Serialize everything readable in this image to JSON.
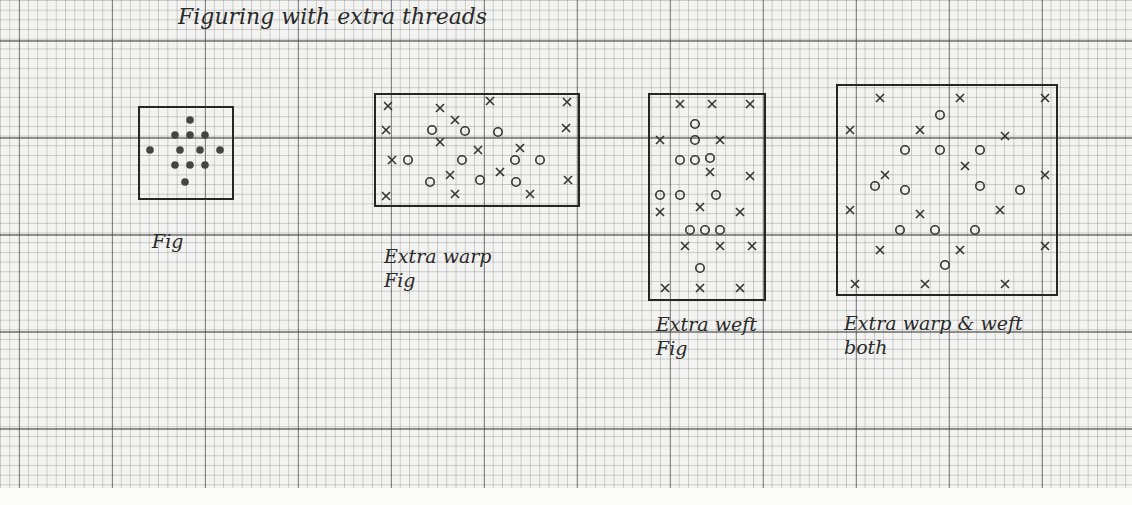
{
  "diagram": {
    "title": "Figuring with extra threads",
    "nodes": [
      {
        "text": [
          "Fig"
        ]
      },
      {
        "text": [
          "Extra warp Fig"
        ]
      },
      {
        "text": [
          "Extra weft Fig"
        ]
      },
      {
        "text": [
          "Extra warp & weft both"
        ]
      }
    ]
  }
}
